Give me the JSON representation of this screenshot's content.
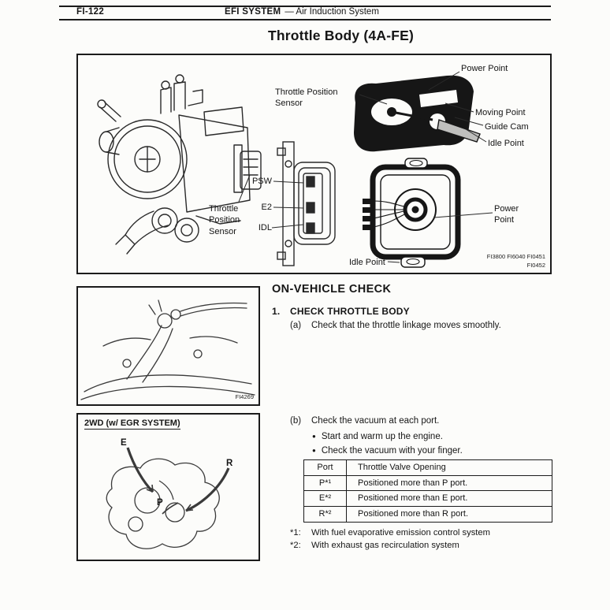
{
  "header": {
    "page_number": "FI-122",
    "section": "EFI SYSTEM",
    "subsection": "—  Air Induction System"
  },
  "page_title": "Throttle Body (4A-FE)",
  "icons": {
    "bullet": "●"
  },
  "fig_main": {
    "labels": {
      "power_point_top": "Power Point",
      "tps_mid": "Throttle Position\nSensor",
      "moving_point": "Moving Point",
      "guide_cam": "Guide Cam",
      "idle_point_right": "Idle Point",
      "psw": "PSW",
      "e2": "E2",
      "idl": "IDL",
      "tps_left": "Throttle\nPosition\nSensor",
      "power_point_bottom": "Power\nPoint",
      "idle_point_bottom": "Idle Point"
    },
    "codes": {
      "line1": "FI3800 FI6040 FI0451",
      "line2": "FI0452"
    }
  },
  "fig_linkage": {
    "code": "FI4269"
  },
  "fig_egr": {
    "title": "2WD (w/ EGR SYSTEM)",
    "labels": {
      "e": "E",
      "r": "R",
      "p": "P"
    }
  },
  "content": {
    "heading": "ON-VEHICLE CHECK",
    "step_number": "1.",
    "step_title": "CHECK THROTTLE BODY",
    "item_a_label": "(a)",
    "item_a_text": "Check that the throttle linkage moves smoothly.",
    "item_b_label": "(b)",
    "item_b_text": "Check the vacuum at each port.",
    "bullets": [
      "Start and warm up the engine.",
      "Check the vacuum with your finger."
    ],
    "table": {
      "headers": [
        "Port",
        "Throttle Valve Opening"
      ],
      "rows": [
        {
          "port": "P*¹",
          "opening": "Positioned more than P port."
        },
        {
          "port": "E*²",
          "opening": "Positioned more than E port."
        },
        {
          "port": "R*²",
          "opening": "Positioned more than R port."
        }
      ]
    },
    "footnotes": [
      {
        "label": "*1:",
        "text": "With fuel evaporative emission control system"
      },
      {
        "label": "*2:",
        "text": "With exhaust gas recirculation system"
      }
    ]
  }
}
